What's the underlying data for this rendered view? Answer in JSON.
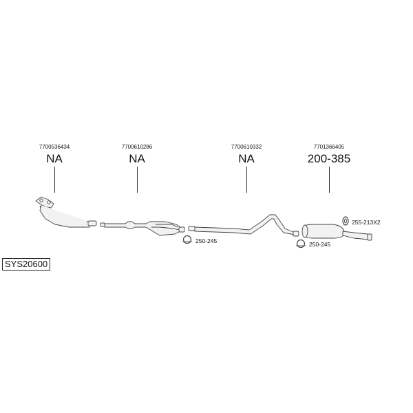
{
  "system_code": "SYS20600",
  "parts": [
    {
      "oem": "7700536434",
      "code": "NA"
    },
    {
      "oem": "7700610286",
      "code": "NA"
    },
    {
      "oem": "7700610332",
      "code": "NA"
    },
    {
      "oem": "7701366405",
      "code": "200-385"
    }
  ],
  "accessories": [
    {
      "label": "250-245"
    },
    {
      "label": "250-245"
    },
    {
      "label": "255-213X2"
    }
  ]
}
